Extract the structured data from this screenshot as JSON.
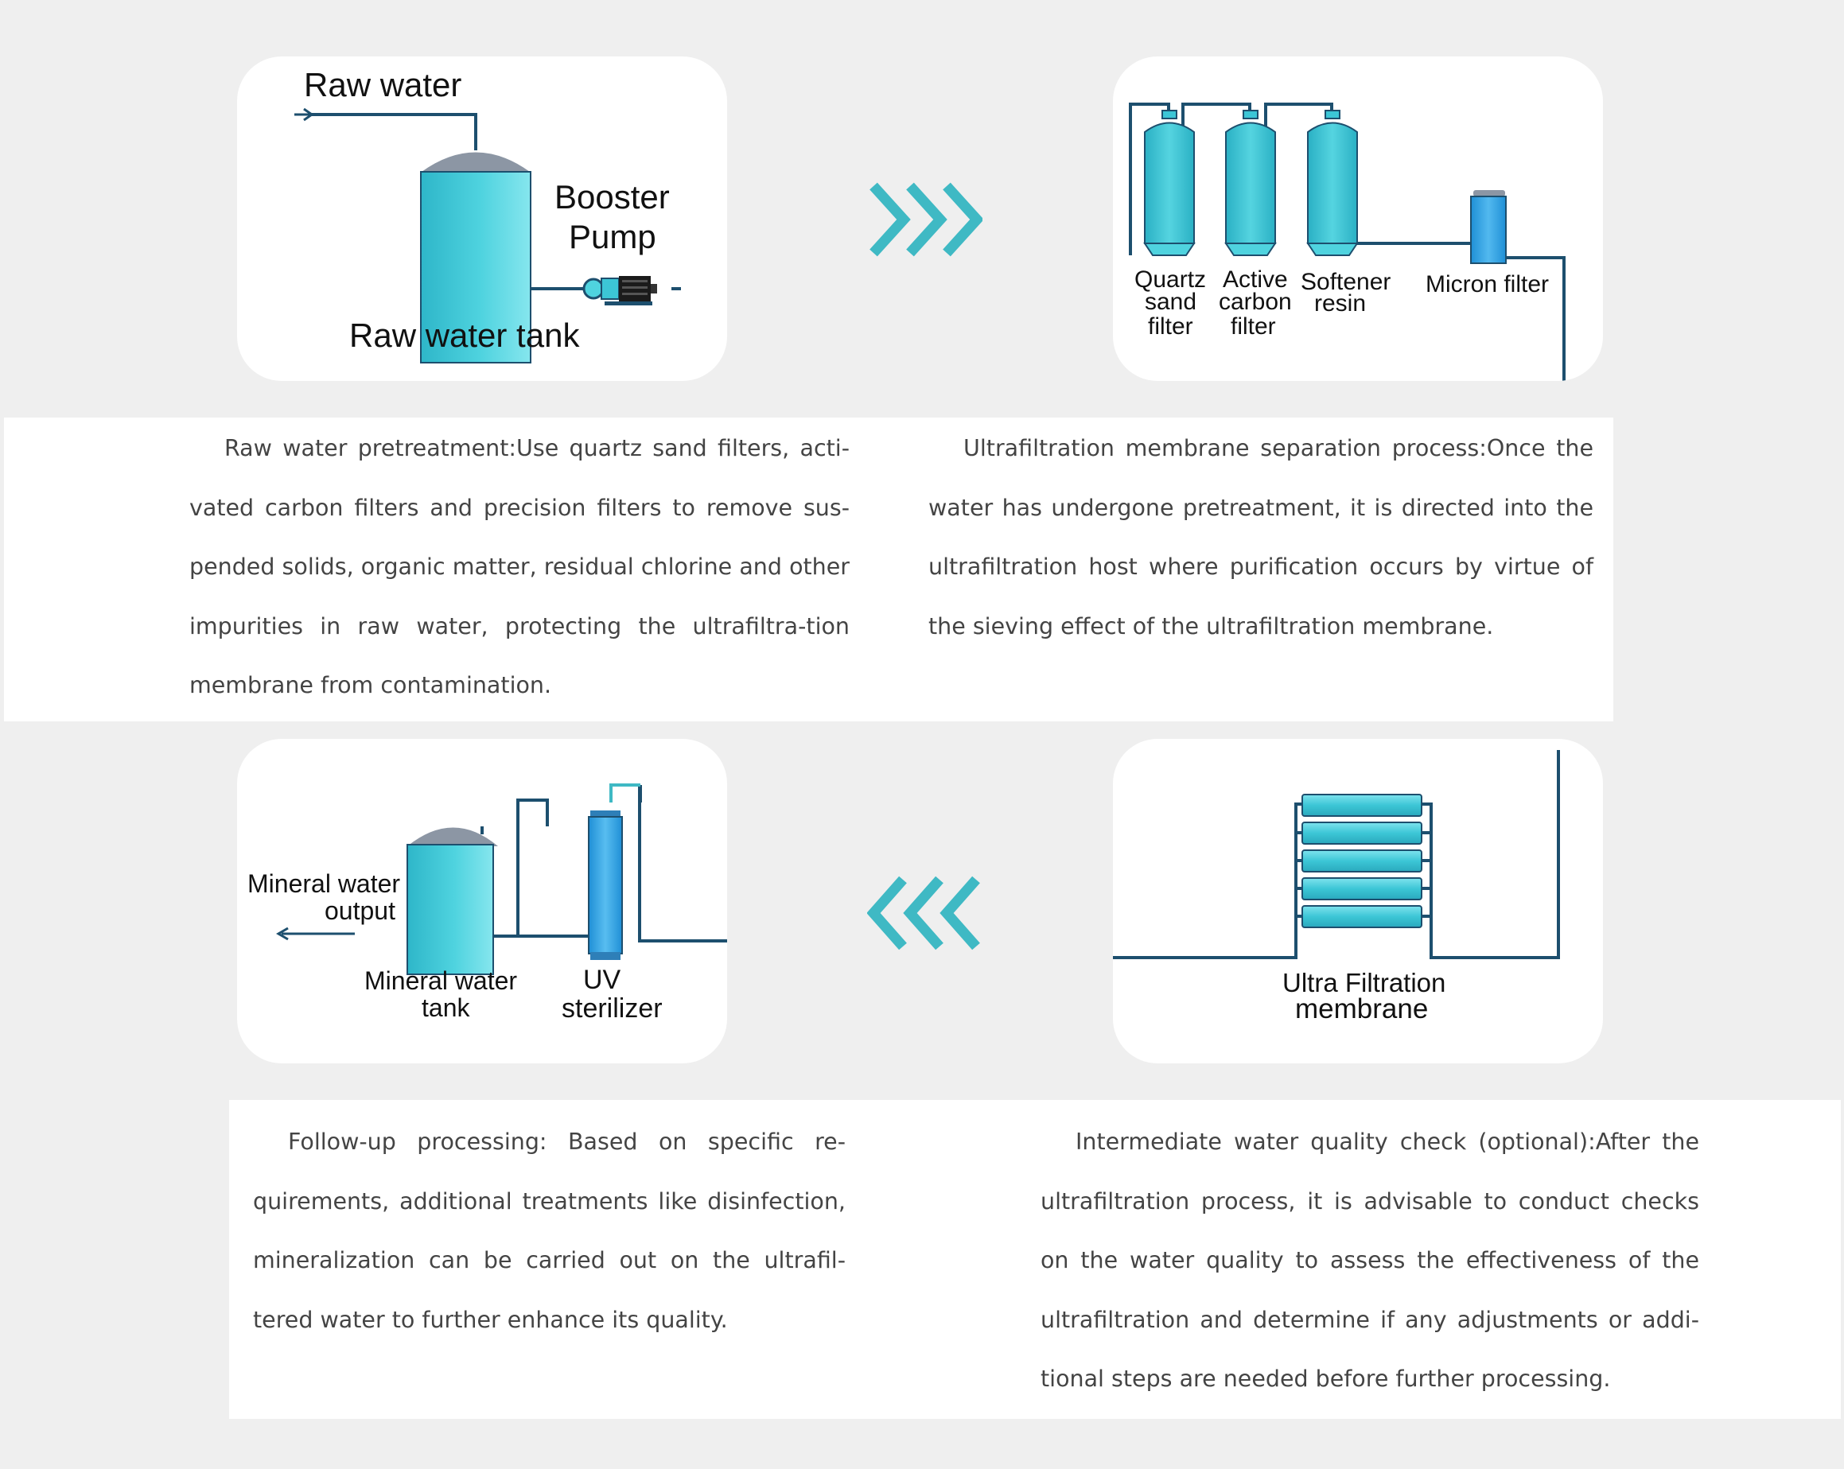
{
  "stage1": {
    "raw_water": "Raw water",
    "booster_pump": [
      "Booster",
      "Pump"
    ],
    "raw_water_tank": "Raw water tank"
  },
  "stage2": {
    "quartz": [
      "Quartz",
      "sand",
      "filter"
    ],
    "carbon": [
      "Active",
      "carbon",
      "filter"
    ],
    "softener": [
      "Softener",
      "resin"
    ],
    "micron": "Micron filter"
  },
  "stage3": {
    "uf": [
      "Ultra Filtration",
      "membrane"
    ]
  },
  "stage4": {
    "output": [
      "Mineral water",
      "output"
    ],
    "tank": [
      "Mineral water",
      "tank"
    ],
    "uv": [
      "UV",
      "sterilizer"
    ]
  },
  "texts": {
    "pretreatment": "Raw water pretreatment:Use quartz sand filters, acti-vated carbon filters and precision filters to remove sus-pended solids, organic matter, residual chlorine and other impurities in raw water, protecting the ultrafiltra-tion membrane from contamination.",
    "separation": "Ultrafiltration membrane separation process:Once the water has undergone pretreatment, it is directed into the ultrafiltration host where purification occurs by virtue of the sieving effect of the ultrafiltration membrane.",
    "followup": "Follow-up processing: Based on specific re-quirements, additional treatments like disinfection, mineralization can be carried out on the ultrafil-tered water to further enhance its quality.",
    "check": "Intermediate water quality check (optional):After the ultrafiltration process, it is advisable to conduct checks on the water quality to assess the effectiveness of the ultrafiltration and determine if any adjustments or addi-tional steps are needed before further processing."
  },
  "colors": {
    "background": "#efefef",
    "pipe": "#1d4f6e",
    "tank": "#3cc6d6",
    "tank_light": "#7fe3ee",
    "dome": "#8c96a4",
    "chevron": "#3fb9c4",
    "text": "#444444"
  }
}
